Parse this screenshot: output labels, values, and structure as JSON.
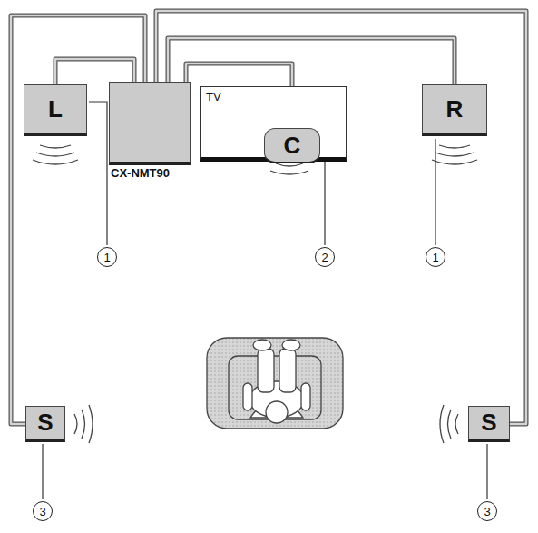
{
  "diagram": {
    "nodes": [
      {
        "text": [
          "L"
        ]
      },
      {
        "text": [
          "CX-NMT90"
        ]
      },
      {
        "text": [
          "TV"
        ]
      },
      {
        "text": [
          "C"
        ],
        "in": 2
      },
      {
        "text": [
          "R"
        ]
      },
      {
        "text": [
          "S"
        ]
      },
      {
        "text": [
          "S"
        ]
      }
    ],
    "edges": [
      {
        "from": 1,
        "to": 0,
        "arrow": "none"
      },
      {
        "from": 1,
        "to": 3,
        "arrow": "none"
      },
      {
        "from": 1,
        "to": 4,
        "arrow": "none"
      },
      {
        "from": 1,
        "to": 5,
        "arrow": "none"
      },
      {
        "from": 1,
        "to": 6,
        "arrow": "none"
      }
    ],
    "labels": [
      "1",
      "2",
      "1",
      "3",
      "3"
    ]
  }
}
